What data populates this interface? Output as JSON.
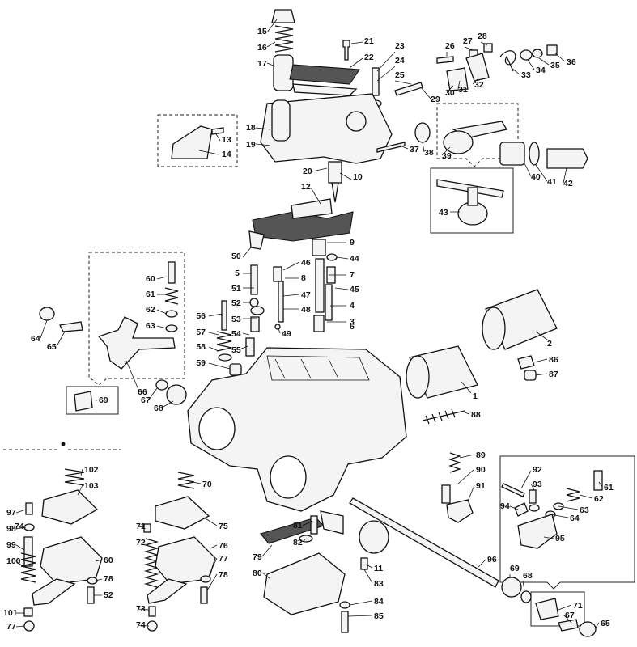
{
  "labels": [
    "1",
    "2",
    "3",
    "4",
    "5",
    "6",
    "7",
    "8",
    "9",
    "10",
    "11",
    "12",
    "13",
    "14",
    "15",
    "16",
    "17",
    "18",
    "19",
    "20",
    "21",
    "22",
    "23",
    "24",
    "25",
    "26",
    "27",
    "28",
    "29",
    "30",
    "31",
    "32",
    "33",
    "34",
    "35",
    "36",
    "37",
    "38",
    "39",
    "40",
    "41",
    "42",
    "43",
    "44",
    "45",
    "46",
    "47",
    "48",
    "49",
    "50",
    "51",
    "52",
    "53",
    "54",
    "55",
    "56",
    "57",
    "58",
    "59",
    "60",
    "61",
    "62",
    "63",
    "64",
    "65",
    "66",
    "67",
    "68",
    "69",
    "70",
    "71",
    "72",
    "73",
    "74",
    "75",
    "76",
    "77",
    "78",
    "79",
    "80",
    "81",
    "82",
    "83",
    "84",
    "85",
    "86",
    "87",
    "88",
    "89",
    "90",
    "91",
    "92",
    "93",
    "94",
    "95",
    "96",
    "97",
    "98",
    "99",
    "100",
    "101",
    "102",
    "103",
    "60",
    "61",
    "62",
    "63",
    "64",
    "65",
    "67",
    "68",
    "69",
    "71",
    "74",
    "77",
    "78",
    "52"
  ]
}
